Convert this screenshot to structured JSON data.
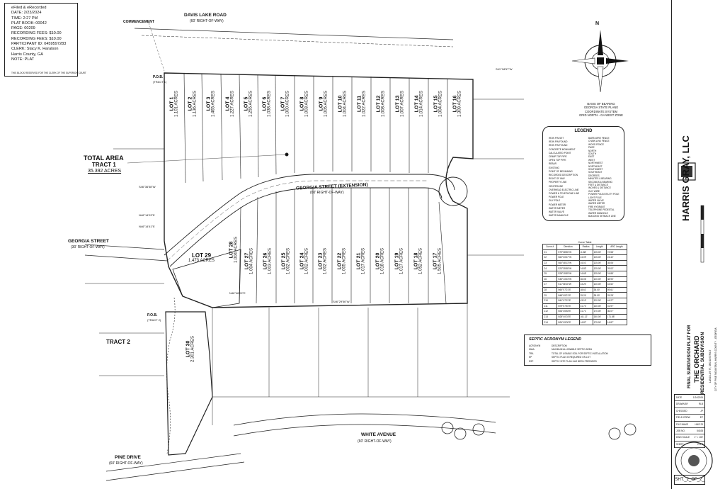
{
  "recording": {
    "lines": [
      "eFiled & eRecorded",
      "DATE: 2/23/2024",
      "TIME: 2:27 PM",
      "PLAT BOOK: 00042",
      "PAGE: 00209",
      "RECORDING FEES: $10.00",
      "RECORDING FEES: $10.00",
      "PARTICIPANT ID: 0459597283",
      "CLERK: Stacy K. Haralson",
      "Harris County, GA",
      "NOTE: PLAT"
    ],
    "note": "THIS BLOCK RESERVED FOR THE CLERK OF THE SUPERIOR COURT"
  },
  "roads": {
    "davis": {
      "name": "DAVIS LAKE ROAD",
      "row": "(60' RIGHT-OF-WAY)"
    },
    "georgia_ext": {
      "name": "GEORGIA STREET (EXTENSION)",
      "row": "(60' RIGHT-OF-WAY)"
    },
    "georgia": {
      "name": "GEORGIA STREET",
      "row": "(30' RIGHT-OF-WAY)"
    },
    "white": {
      "name": "WHITE AVENUE",
      "row": "(60' RIGHT-OF-WAY)"
    },
    "pine": {
      "name": "PINE DRIVE",
      "row": "(60' RIGHT-OF-WAY)"
    }
  },
  "labels": {
    "commencement": "COMMENCEMENT",
    "pob_top": "P.O.B.",
    "pob_tract1": "(TRACT 1)",
    "pob2": "P.O.B.",
    "pob_tract2": "(TRACT 2)",
    "total_area": "TOTAL AREA",
    "tract1": "TRACT 1",
    "tract1_acres": "35.392 ACRES",
    "tract2": "TRACT 2",
    "basis": [
      "BASIS OF BEARING",
      "GEORGIA STATE PLANE",
      "COORDINATE SYSTEM",
      "GRID NORTH - GA WEST ZONE"
    ],
    "north": "N",
    "brg1": "S41°18'57\"W",
    "brg2": "N46°14'41\"E",
    "brg3": "N46°14'03\"E",
    "brg4": "S46°36'58\"W",
    "brg5": "S46°29'56\"W",
    "brg6": "N46°46'02\"E"
  },
  "lots_north": [
    {
      "n": "LOT 1",
      "a": "1.101 ACRES"
    },
    {
      "n": "LOT 2",
      "a": "1.136 ACRES"
    },
    {
      "n": "LOT 3",
      "a": "1.465 ACRES"
    },
    {
      "n": "LOT 4",
      "a": "1.227 ACRES"
    },
    {
      "n": "LOT 5",
      "a": "1.255 ACRES"
    },
    {
      "n": "LOT 6",
      "a": "1.038 ACRES"
    },
    {
      "n": "LOT 7",
      "a": "1.000 ACRES"
    },
    {
      "n": "LOT 8",
      "a": "1.003 ACRES"
    },
    {
      "n": "LOT 9",
      "a": "1.005 ACRES"
    },
    {
      "n": "LOT 10",
      "a": "1.004 ACRES"
    },
    {
      "n": "LOT 11",
      "a": "1.022 ACRES"
    },
    {
      "n": "LOT 12",
      "a": "1.008 ACRES"
    },
    {
      "n": "LOT 13",
      "a": "1.007 ACRES"
    },
    {
      "n": "LOT 14",
      "a": "1.014 ACRES"
    },
    {
      "n": "LOT 15",
      "a": "1.004 ACRES"
    },
    {
      "n": "LOT 16",
      "a": "1.309 ACRES"
    }
  ],
  "lots_south": [
    {
      "n": "LOT 28",
      "a": "1.004 ACRES"
    },
    {
      "n": "LOT 27",
      "a": "1.004 ACRES"
    },
    {
      "n": "LOT 26",
      "a": "1.003 ACRES"
    },
    {
      "n": "LOT 25",
      "a": "1.002 ACRES"
    },
    {
      "n": "LOT 24",
      "a": "1.002 ACRES"
    },
    {
      "n": "LOT 23",
      "a": "1.002 ACRES"
    },
    {
      "n": "LOT 22",
      "a": "1.005 ACRES"
    },
    {
      "n": "LOT 21",
      "a": "1.017 ACRES"
    },
    {
      "n": "LOT 20",
      "a": "1.018 ACRES"
    },
    {
      "n": "LOT 19",
      "a": "1.017 ACRES"
    },
    {
      "n": "LOT 18",
      "a": "1.052 ACRES"
    },
    {
      "n": "LOT 17",
      "a": "1.505 ACRES"
    }
  ],
  "lot29": {
    "n": "LOT 29",
    "a": "1.473 ACRES"
  },
  "lot30": {
    "n": "LOT 30",
    "a": "2.301 ACRES"
  },
  "legend": {
    "title": "LEGEND",
    "left": [
      "IRON PIN SET",
      "IRON PIN FOUND",
      "IRON PIN FOUND",
      "CONCRETE MONUMENT",
      "CALCULATED POINT",
      "CRIMP TOP PIPE",
      "OPEN TOP PIPE",
      "REBAR",
      "EXISTING",
      "POINT OF BEGINNING",
      "RECORDED DESCRIPTION",
      "RIGHT OF WAY",
      "PROPERTY LINE",
      "CENTERLINE",
      "OVERHEAD ELECTRIC LINE",
      "POWER & TELEPHONE LINE",
      "POWER POLE",
      "GUY POLE",
      "POWER METER",
      "WATER METER",
      "WATER VALVE",
      "WATER MANHOLE"
    ],
    "right": [
      "BARB WIRE FENCE",
      "CHAIN LINK FENCE",
      "WOOD FENCE",
      "PAGE",
      "NORTH",
      "SOUTH",
      "EAST",
      "WEST",
      "NORTHWEST",
      "NORTHEAST",
      "SOUTHWEST",
      "SOUTHEAST",
      "DEGREES",
      "MINUTES & BEARING",
      "SECONDS & BEARING",
      "FEET & DISTANCE",
      "INCHES & DISTANCE",
      "GUY WIRE",
      "POWER POLE/UTILITY POLE",
      "LIGHT POLE",
      "WATER VALVE",
      "WATER METER",
      "FIRE HYDRANT",
      "TELEPHONE PEDESTAL",
      "WATER MANHOLE",
      "BUILDING SETBACK LINE"
    ]
  },
  "curve_table": {
    "title": "Curve Table",
    "headers": [
      "Curve #",
      "Direction",
      "Radius",
      "Length",
      "ARC Length"
    ],
    "rows": [
      [
        "C1",
        "S79°38'56\"W",
        "11.88'",
        "125.00'",
        "72.58'"
      ],
      [
        "C2",
        "S60°33'47\"W",
        "24.09'",
        "125.00'",
        "24.42'"
      ],
      [
        "C3",
        "S60°48'13\"W",
        "34.01'",
        "125.00'",
        "35.06'"
      ],
      [
        "C4",
        "S23°35'58\"W",
        "24.83'",
        "125.00'",
        "29.02'"
      ],
      [
        "C5",
        "S28°19'55\"W",
        "24.65'",
        "125.00'",
        "24.85'"
      ],
      [
        "C6",
        "S36°13'43\"W",
        "36.06'",
        "120.00'",
        "38.90'"
      ],
      [
        "C7",
        "S11°06'40\"W",
        "43.20'",
        "120.00'",
        "43.52'"
      ],
      [
        "C8",
        "N60°07'21\"E",
        "38.61'",
        "35.00'",
        "59.61'"
      ],
      [
        "C9",
        "N48°49'21\"E",
        "25.24'",
        "35.00'",
        "25.28'"
      ],
      [
        "C10",
        "N41°47'11\"E",
        "43.10'",
        "120.00'",
        "44.27'"
      ],
      [
        "C11",
        "N79°07'40\"E",
        "31.72'",
        "140.00'",
        "31.97'"
      ],
      [
        "C12",
        "N34°35'48\"E",
        "31.71'",
        "170.00'",
        "36.07'"
      ],
      [
        "C13",
        "N28°40'03\"E",
        "161.12'",
        "150.00'",
        "171.88'"
      ],
      [
        "C14",
        "N24°49'00\"E",
        "14.87'",
        "175.00'",
        "14.87'"
      ]
    ]
  },
  "septic": {
    "title": "SEPTIC ACRONYM LEGEND",
    "rows": [
      [
        "ACRONYM",
        "DESCRIPTION"
      ],
      [
        "MIAA",
        "MAXIMUM ALLOWABLE SEPTIC AREA"
      ],
      [
        "TRA",
        "TOTAL OF USABLE SOIL FOR SEPTIC INSTALLATION"
      ],
      [
        "EP",
        "SEPTIC PLAN IS REQUIRED ON LOT"
      ],
      [
        "ESP",
        "SEPTIC SITE PLAN HAS BEEN PREPARED"
      ]
    ]
  },
  "title_block": {
    "company": "HARRIS GRAY, LLC",
    "plat_title": "FINAL SUBDIVISION PLAT FOR",
    "project": "THE ORCHARD",
    "subtitle": "RESIDENTIAL SUBDIVISION",
    "location": "CITY OF PINE MOUNTAIN, HARRIS COUNTY - GEORGIA",
    "district": "LAND LOT 77, 3RD DISTRICT",
    "info": [
      {
        "k": "DATE",
        "v": "1/24/2024"
      },
      {
        "k": "DRAWN BY",
        "v": "RLB"
      },
      {
        "k": "CHECKED",
        "v": "JP"
      },
      {
        "k": "FIELD CREW",
        "v": "EP"
      },
      {
        "k": "FILE NAME",
        "v": "HMS 23"
      },
      {
        "k": "JOB NO.",
        "v": "54028"
      },
      {
        "k": "DWG SCALE",
        "v": "1\" = 100'"
      },
      {
        "k": "SHEET",
        "v": "2 of 2"
      }
    ],
    "sheet": "SHT._2_OF_2_"
  }
}
